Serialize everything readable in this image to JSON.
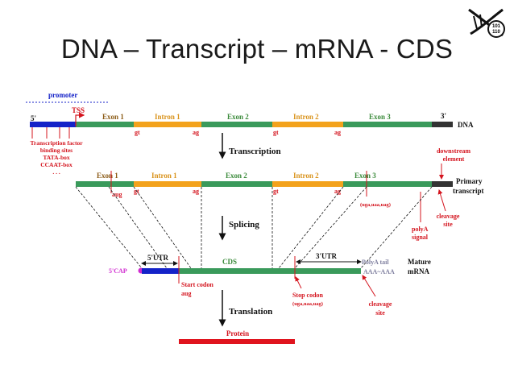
{
  "slide": {
    "title": "DNA – Transcript – mRNA - CDS",
    "logo_text_top": "101",
    "logo_text_bottom": "110"
  },
  "colors": {
    "exon": "#3a9a5b",
    "intron": "#f3a21c",
    "promoter": "#1422c8",
    "dark": "#333333",
    "red": "#d4141e",
    "cap": "#d02ad0",
    "label_brown": "#8a5a14",
    "label_orange": "#d9921a",
    "label_green": "#3a8a3a",
    "label_purple": "#7f3f9f",
    "ink": "#111111"
  },
  "dna_row": {
    "promoter": "promoter",
    "tss": "TSS",
    "five_prime": "5'",
    "three_prime": "3'",
    "exon1": "Exon 1",
    "intron1": "Intron 1",
    "exon2": "Exon 2",
    "intron2": "Intron 2",
    "exon3": "Exon 3",
    "gt1": "gt",
    "ag1": "ag",
    "gt2": "gt",
    "ag2": "ag",
    "dna_label": "DNA",
    "tf_line1": "Transcription factor",
    "tf_line2": "binding sites",
    "tf_line3": "TATA-box",
    "tf_line4": "CCAAT-box",
    "tf_line5": ". . ."
  },
  "transcription": {
    "label": "Transcription",
    "downstream1": "downstream",
    "downstream2": "element"
  },
  "primary_row": {
    "exon1": "Exon 1",
    "intron1": "Intron 1",
    "exon2": "Exon 2",
    "intron2": "Intron 2",
    "exon3": "Exon 3",
    "aug": "aug",
    "gt1": "gt",
    "ag1": "ag",
    "gt2": "gt",
    "ag2": "ag",
    "stop_codons": "(uga,uaa,uag)",
    "label1": "Primary",
    "label2": "transcript",
    "polya1": "polyA",
    "polya2": "signal",
    "cleavage1": "cleavage",
    "cleavage2": "site"
  },
  "splicing": {
    "label": "Splicing"
  },
  "mrna_row": {
    "utr5": "5'UTR",
    "cds": "CDS",
    "utr3": "3'UTR",
    "polya_tail": "PolyA tail",
    "polya_seq": "AAA~AAA",
    "cap": "5'CAP",
    "mature1": "Mature",
    "mature2": "mRNA",
    "start1": "Start codon",
    "start2": "aug",
    "stop1": "Stop codon",
    "stop2": "(uga,uaa,uag)",
    "cleavage1": "cleavage",
    "cleavage2": "site"
  },
  "translation": {
    "label": "Translation",
    "protein": "Protein"
  }
}
